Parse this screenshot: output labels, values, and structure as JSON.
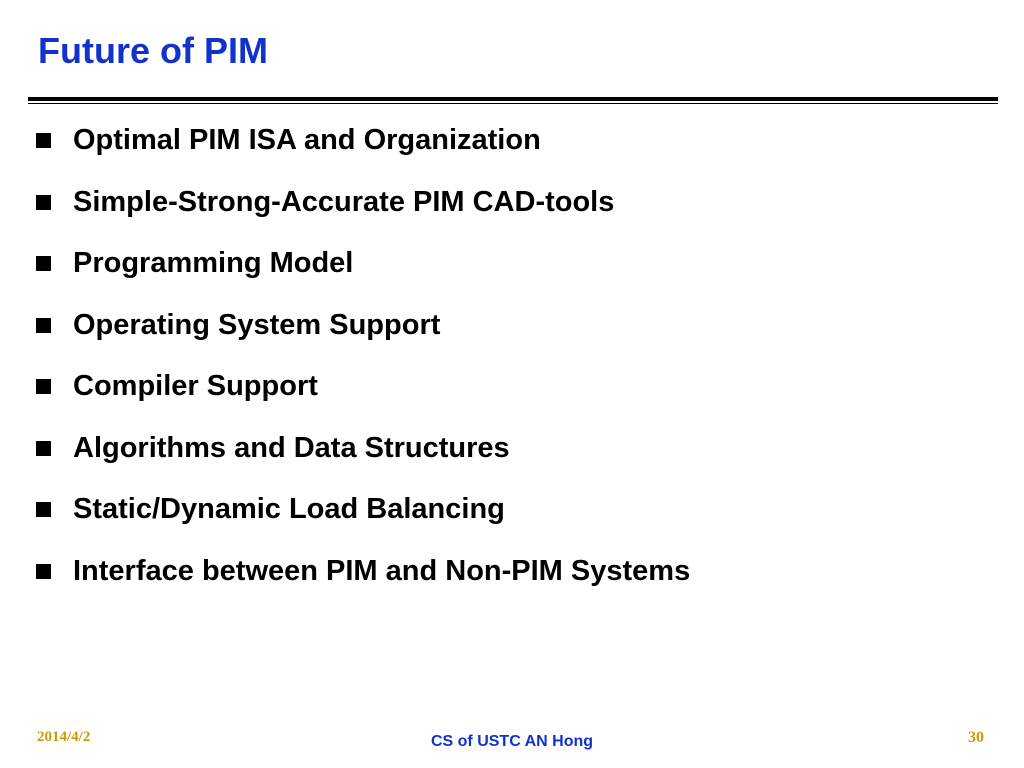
{
  "slide": {
    "title": "Future of PIM",
    "bullets": [
      "Optimal PIM ISA and Organization",
      "Simple-Strong-Accurate PIM CAD-tools",
      "Programming Model",
      "Operating System Support",
      "Compiler Support",
      "Algorithms and Data Structures",
      "Static/Dynamic Load Balancing",
      "Interface between PIM and Non-PIM Systems"
    ],
    "footer": {
      "date": "2014/4/2",
      "center": "CS of USTC AN Hong",
      "page": "30"
    },
    "colors": {
      "title": "#1133cc",
      "text": "#000000",
      "footer_accent": "#cc9900",
      "background": "#ffffff"
    },
    "bullet_icon": "square-bullet-icon"
  }
}
